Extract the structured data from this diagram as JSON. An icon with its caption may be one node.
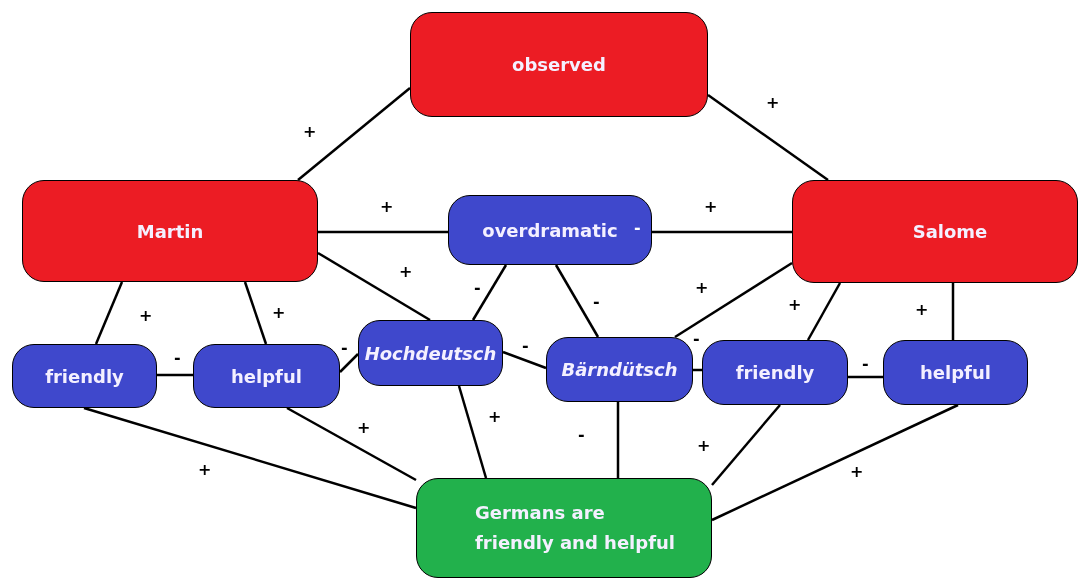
{
  "diagram": {
    "nodes": [
      {
        "text": [
          "observed"
        ]
      },
      {
        "text": [
          "Martin"
        ]
      },
      {
        "text": [
          "overdramatic"
        ]
      },
      {
        "text": [
          "Salome"
        ]
      },
      {
        "text": [
          "friendly"
        ]
      },
      {
        "text": [
          "helpful"
        ]
      },
      {
        "text": [
          "Hochdeutsch"
        ]
      },
      {
        "text": [
          "Bärndütsch"
        ]
      },
      {
        "text": [
          "friendly"
        ]
      },
      {
        "text": [
          "helpful"
        ]
      },
      {
        "text": [
          "Germans are friendly and helpful"
        ]
      }
    ],
    "edges": [
      {
        "from": 0,
        "to": 1,
        "arrow": "none",
        "label": "+"
      },
      {
        "from": 0,
        "to": 3,
        "arrow": "none",
        "label": "+"
      },
      {
        "from": 1,
        "to": 2,
        "arrow": "none",
        "label": "+"
      },
      {
        "from": 2,
        "to": 3,
        "arrow": "none",
        "label": "+"
      },
      {
        "from": 1,
        "to": 6,
        "arrow": "none",
        "label": "+"
      },
      {
        "from": 2,
        "to": 6,
        "arrow": "none",
        "label": "-"
      },
      {
        "from": 2,
        "to": 7,
        "arrow": "none",
        "label": "-"
      },
      {
        "from": 3,
        "to": 7,
        "arrow": "none",
        "label": "+"
      },
      {
        "from": 1,
        "to": 4,
        "arrow": "none",
        "label": "+"
      },
      {
        "from": 1,
        "to": 5,
        "arrow": "none",
        "label": "+"
      },
      {
        "from": 4,
        "to": 5,
        "arrow": "none",
        "label": "-"
      },
      {
        "from": 5,
        "to": 6,
        "arrow": "none",
        "label": "-"
      },
      {
        "from": 6,
        "to": 7,
        "arrow": "none",
        "label": "-"
      },
      {
        "from": 7,
        "to": 8,
        "arrow": "none",
        "label": "-"
      },
      {
        "from": 3,
        "to": 8,
        "arrow": "none",
        "label": "+"
      },
      {
        "from": 3,
        "to": 9,
        "arrow": "none",
        "label": "+"
      },
      {
        "from": 8,
        "to": 9,
        "arrow": "none",
        "label": "-"
      },
      {
        "from": 4,
        "to": 10,
        "arrow": "none",
        "label": "+"
      },
      {
        "from": 5,
        "to": 10,
        "arrow": "none",
        "label": "+"
      },
      {
        "from": 6,
        "to": 10,
        "arrow": "none",
        "label": "+"
      },
      {
        "from": 7,
        "to": 10,
        "arrow": "none",
        "label": "-"
      },
      {
        "from": 8,
        "to": 10,
        "arrow": "none",
        "label": "+"
      },
      {
        "from": 9,
        "to": 10,
        "arrow": "none",
        "label": "+"
      }
    ],
    "labels": [
      "-"
    ]
  }
}
